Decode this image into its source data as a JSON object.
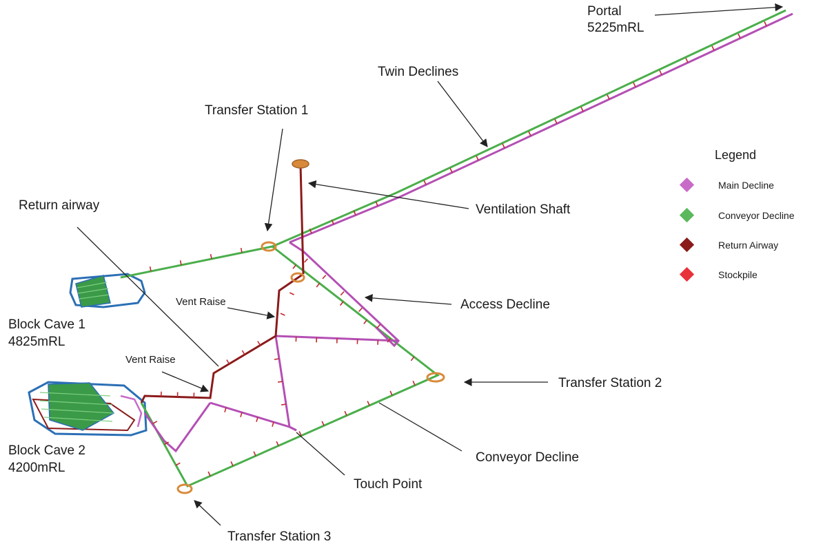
{
  "colors": {
    "main_decline": "#b44fb4",
    "conveyor_decline": "#4bae4b",
    "return_airway": "#8b1a1a",
    "stockpile": "#e8323a",
    "block_cave_blue": "#2b6fb5",
    "block_cave_green": "#3a9a48",
    "station_orange": "#d88a3a",
    "tick_red": "#c0282d",
    "leader": "#222222"
  },
  "labels": {
    "portal": "Portal",
    "portal_rl": "5225mRL",
    "twin_declines": "Twin Declines",
    "transfer_station_1": "Transfer Station 1",
    "return_airway": "Return airway",
    "ventilation_shaft": "Ventilation Shaft",
    "vent_raise_upper": "Vent Raise",
    "access_decline": "Access Decline",
    "block_cave_1": "Block Cave 1",
    "block_cave_1_rl": "4825mRL",
    "vent_raise_lower": "Vent Raise",
    "transfer_station_2": "Transfer Station 2",
    "block_cave_2": "Block Cave 2",
    "block_cave_2_rl": "4200mRL",
    "conveyor_decline": "Conveyor Decline",
    "touch_point": "Touch Point",
    "transfer_station_3": "Transfer Station 3"
  },
  "legend": {
    "title": "Legend",
    "items": [
      {
        "label": "Main Decline",
        "color": "#c86bc8"
      },
      {
        "label": "Conveyor Decline",
        "color": "#5cb85c"
      },
      {
        "label": "Return Airway",
        "color": "#8b1a1a"
      },
      {
        "label": "Stockpile",
        "color": "#e8323a"
      }
    ]
  }
}
